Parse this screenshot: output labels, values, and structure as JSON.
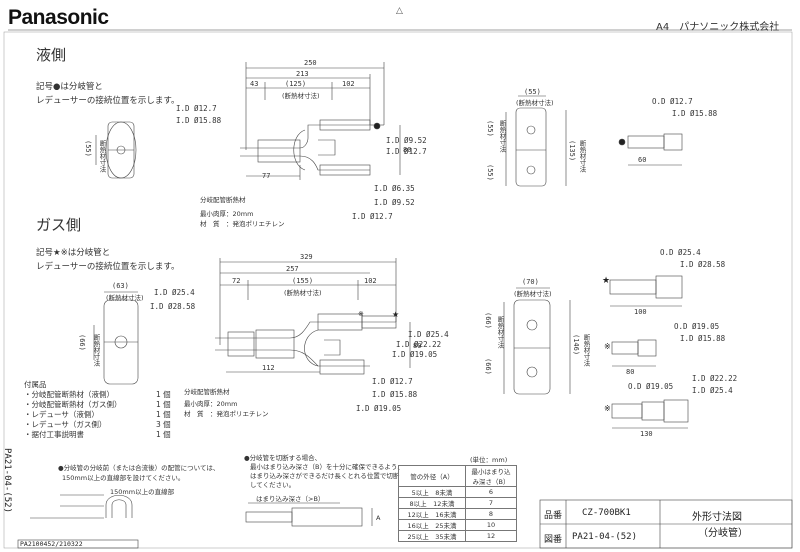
{
  "header": {
    "brand": "Panasonic",
    "page_size": "A4",
    "company": "パナソニック株式会社"
  },
  "liquid": {
    "title": "液側",
    "note1": "記号●は分岐管と",
    "note2": "レデューサーの接続位置を示します。",
    "dims": {
      "d250": "250",
      "d213": "213",
      "d43": "43",
      "d125": "(125)",
      "d102": "102",
      "d77": "77",
      "d80": "80",
      "d55a": "(55)",
      "d55b": "(55)",
      "d55c": "(55)",
      "d55d": "(55)",
      "d135": "(135)",
      "d60": "60"
    },
    "cut": "(断熱材寸法)",
    "cut_v": "断熱材寸法",
    "labels": {
      "id127a": "I.D Ø12.7",
      "id1588": "I.D Ø15.88",
      "id952a": "I.D Ø9.52",
      "id127b": "I.D Ø12.7",
      "id635": "I.D Ø6.35",
      "id952b": "I.D Ø9.52",
      "id127c": "I.D Ø12.7",
      "od127": "O.D Ø12.7",
      "id1588r": "I.D Ø15.88"
    },
    "ins1": "分岐配管断熱材",
    "ins2": "最小肉厚：20mm",
    "ins3": "材　質　：発泡ポリエチレン"
  },
  "gas": {
    "title": "ガス側",
    "note1": "記号★※は分岐管と",
    "note2": "レデューサーの接続位置を示します。",
    "dims": {
      "d329": "329",
      "d257": "257",
      "d72": "72",
      "d155": "(155)",
      "d102": "102",
      "d112": "112",
      "d80": "80",
      "d63": "(63)",
      "d66a": "(66)",
      "d70": "(70)",
      "d66b": "(66)",
      "d66c": "(66)",
      "d146": "(146)",
      "d100": "100",
      "d80b": "80",
      "d130": "130"
    },
    "cut": "(断熱材寸法)",
    "cut_v": "断熱材寸法",
    "labels": {
      "id254": "I.D Ø25.4",
      "id2858": "I.D Ø28.58",
      "id254b": "I.D Ø25.4",
      "id2222": "I.D Ø22.22",
      "id1905": "I.D Ø19.05",
      "id127": "I.D Ø12.7",
      "id1588": "I.D Ø15.88",
      "id1905b": "I.D Ø19.05",
      "od254": "O.D Ø25.4",
      "id2858r": "I.D Ø28.58",
      "od1905": "O.D Ø19.05",
      "id1588r": "I.D Ø15.88",
      "od1905b": "O.D Ø19.05",
      "id2222r": "I.D Ø22.22",
      "id254r": "I.D Ø25.4"
    },
    "ins1": "分岐配管断熱材",
    "ins2": "最小肉厚：20mm",
    "ins3": "材　質　：発泡ポリエチレン"
  },
  "accessories": {
    "title": "付属品",
    "items": [
      {
        "name": "・分岐配管断熱材（液側）",
        "qty": "1 個"
      },
      {
        "name": "・分岐配管断熱材（ガス側）",
        "qty": "1 個"
      },
      {
        "name": "・レデューサ（液側）",
        "qty": "1 個"
      },
      {
        "name": "・レデューサ（ガス側）",
        "qty": "3 個"
      },
      {
        "name": "・据付工事説明書",
        "qty": "1 個"
      }
    ]
  },
  "notes": {
    "pipe1": "●分岐管の分岐前（または合流後）の配管については、",
    "pipe2": "150mm以上の直線部を設けてください。",
    "straight": "150mm以上の直線部",
    "cut1": "●分岐管を切断する場合、",
    "cut2": "最小はまり込み深さ（B）を十分に確保できるよう、",
    "cut3": "はまり込み深さができるだけ長くとれる位置で切断",
    "cut4": "してください。",
    "depth_label": "はまり込み深さ（>B）",
    "a_label": "A"
  },
  "table": {
    "unit": "(単位：mm)",
    "h1": "管の外径（A）",
    "h2": "最小はまり込み深さ（B）",
    "rows": [
      [
        "5以上　8未満",
        "6"
      ],
      [
        "8以上　12未満",
        "7"
      ],
      [
        "12以上　16未満",
        "8"
      ],
      [
        "16以上　25未満",
        "10"
      ],
      [
        "25以上　35未満",
        "12"
      ]
    ]
  },
  "titleblock": {
    "k1": "品番",
    "v1": "CZ-700BK1",
    "k2": "図番",
    "v2": "PA21-04-(52)",
    "t1": "外形寸法図",
    "t2": "（分岐管）"
  },
  "margin": {
    "vert": "PA21-04-(52)",
    "bottom": "PA2100452/210322"
  }
}
